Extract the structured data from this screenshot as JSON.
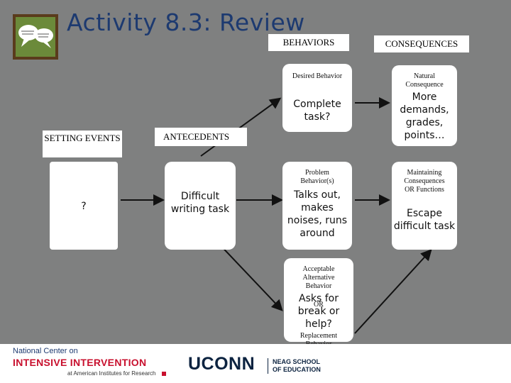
{
  "title": "Activity 8.3: Review",
  "headers": {
    "behaviors": "BEHAVIORS",
    "consequences": "CONSEQUENCES",
    "antecedents": "ANTECEDENTS",
    "setting_events": "SETTING EVENTS"
  },
  "setting_event_box": {
    "text": "?"
  },
  "antecedent_box": {
    "text": "Difficult writing task"
  },
  "desired": {
    "label": "Desired Behavior",
    "text": "Complete task?"
  },
  "natural_consequence": {
    "label": "Natural Consequence",
    "text": "More demands, grades, points…"
  },
  "problem": {
    "label": "Problem Behavior(s)",
    "text": "Talks out, makes noises, runs around"
  },
  "maintaining": {
    "label": "Maintaining Consequences OR Functions",
    "text": "Escape difficult task"
  },
  "alternative": {
    "label_top": "Acceptable Alternative Behavior",
    "text": "Asks for break or help?",
    "or": "OR",
    "label_bottom": "Replacement Behavior"
  },
  "footer": {
    "nci_line1": "National Center on",
    "nci_line2": "INTENSIVE INTERVENTION",
    "nci_line3": "at American Institutes for Research",
    "uconn": "UCONN",
    "neag": "NEAG SCHOOL OF EDUCATION"
  },
  "colors": {
    "background": "#7f8080",
    "title": "#1d3a70",
    "nci_red": "#c8102e",
    "uconn_navy": "#0c2340"
  }
}
